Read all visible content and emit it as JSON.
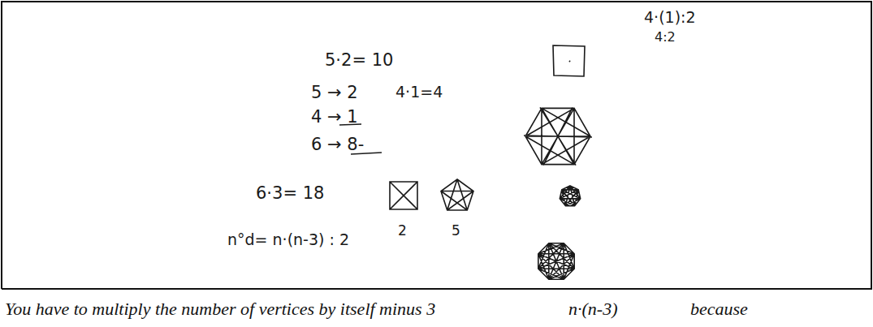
{
  "diagram": {
    "caption": "You have to multiply the number of vertices by itself minus 3",
    "labels": [
      "4·(1):2",
      "4:2",
      "5·2= 10",
      "5 → 2",
      "4·1=4",
      "4 → 1",
      "6 → 8-",
      "6·3= 18",
      "2",
      "5",
      "n°d= n·(n-3) : 2",
      "n·(n-3)",
      "because"
    ]
  }
}
